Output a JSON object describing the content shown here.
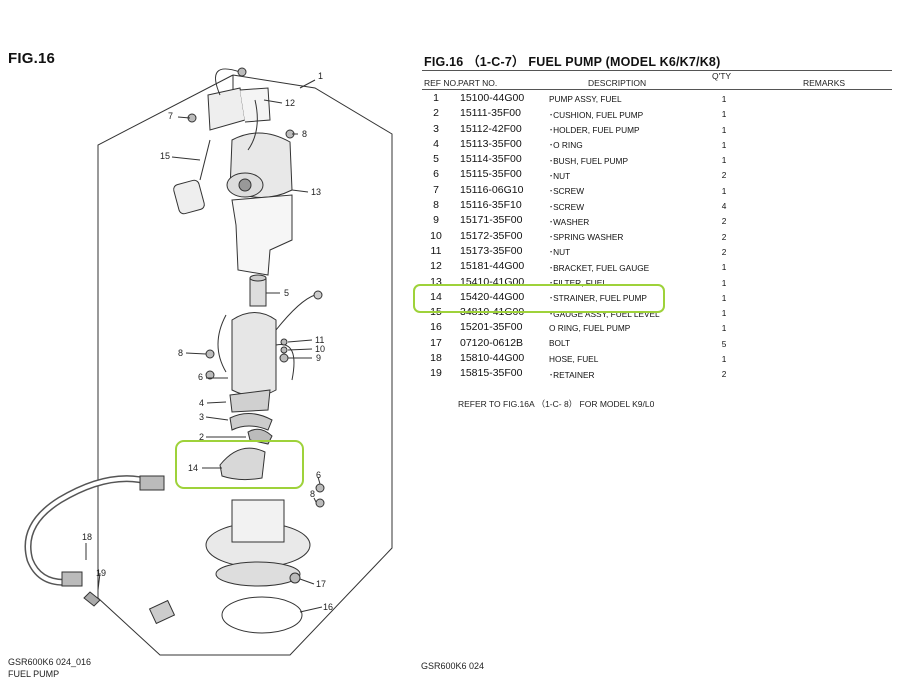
{
  "fig_label": "FIG.16",
  "table_title": "FIG.16 （1-C-7） FUEL PUMP (MODEL K6/K7/K8)",
  "headers": {
    "ref": "REF NO.",
    "part": "PART NO.",
    "desc": "DESCRIPTION",
    "qty": "Q'TY",
    "remarks": "REMARKS"
  },
  "rows": [
    {
      "ref": "1",
      "part": "15100-44G00",
      "desc": "PUMP ASSY, FUEL",
      "qty": "1"
    },
    {
      "ref": "2",
      "part": "15111-35F00",
      "desc": "･CUSHION, FUEL PUMP",
      "qty": "1"
    },
    {
      "ref": "3",
      "part": "15112-42F00",
      "desc": "･HOLDER, FUEL PUMP",
      "qty": "1"
    },
    {
      "ref": "4",
      "part": "15113-35F00",
      "desc": "･O RING",
      "qty": "1"
    },
    {
      "ref": "5",
      "part": "15114-35F00",
      "desc": "･BUSH, FUEL PUMP",
      "qty": "1"
    },
    {
      "ref": "6",
      "part": "15115-35F00",
      "desc": "･NUT",
      "qty": "2"
    },
    {
      "ref": "7",
      "part": "15116-06G10",
      "desc": "･SCREW",
      "qty": "1"
    },
    {
      "ref": "8",
      "part": "15116-35F10",
      "desc": "･SCREW",
      "qty": "4"
    },
    {
      "ref": "9",
      "part": "15171-35F00",
      "desc": "･WASHER",
      "qty": "2"
    },
    {
      "ref": "10",
      "part": "15172-35F00",
      "desc": "･SPRING WASHER",
      "qty": "2"
    },
    {
      "ref": "11",
      "part": "15173-35F00",
      "desc": "･NUT",
      "qty": "2"
    },
    {
      "ref": "12",
      "part": "15181-44G00",
      "desc": "･BRACKET, FUEL GAUGE",
      "qty": "1"
    },
    {
      "ref": "13",
      "part": "15410-41G00",
      "desc": "･FILTER, FUEL",
      "qty": "1"
    },
    {
      "ref": "14",
      "part": "15420-44G00",
      "desc": "･STRAINER, FUEL PUMP",
      "qty": "1"
    },
    {
      "ref": "15",
      "part": "34810-41G00",
      "desc": "･GAUGE ASSY, FUEL LEVEL",
      "qty": "1"
    },
    {
      "ref": "16",
      "part": "15201-35F00",
      "desc": "O RING, FUEL PUMP",
      "qty": "1"
    },
    {
      "ref": "17",
      "part": "07120-0612B",
      "desc": "BOLT",
      "qty": "5"
    },
    {
      "ref": "18",
      "part": "15810-44G00",
      "desc": "HOSE, FUEL",
      "qty": "1"
    },
    {
      "ref": "19",
      "part": "15815-35F00",
      "desc": "･RETAINER",
      "qty": "2"
    }
  ],
  "note": "REFER TO FIG.16A （1-C- 8） FOR MODEL K9/L0",
  "caption_code_left": "GSR600K6 024_016",
  "caption_name_left": "FUEL PUMP",
  "caption_code_right": "GSR600K6 024",
  "callouts": [
    "1",
    "12",
    "7",
    "8",
    "15",
    "13",
    "5",
    "11",
    "10",
    "9",
    "8",
    "6",
    "4",
    "3",
    "2",
    "14",
    "6",
    "8",
    "18",
    "19",
    "17",
    "16"
  ],
  "highlight_color": "#9ed23a"
}
